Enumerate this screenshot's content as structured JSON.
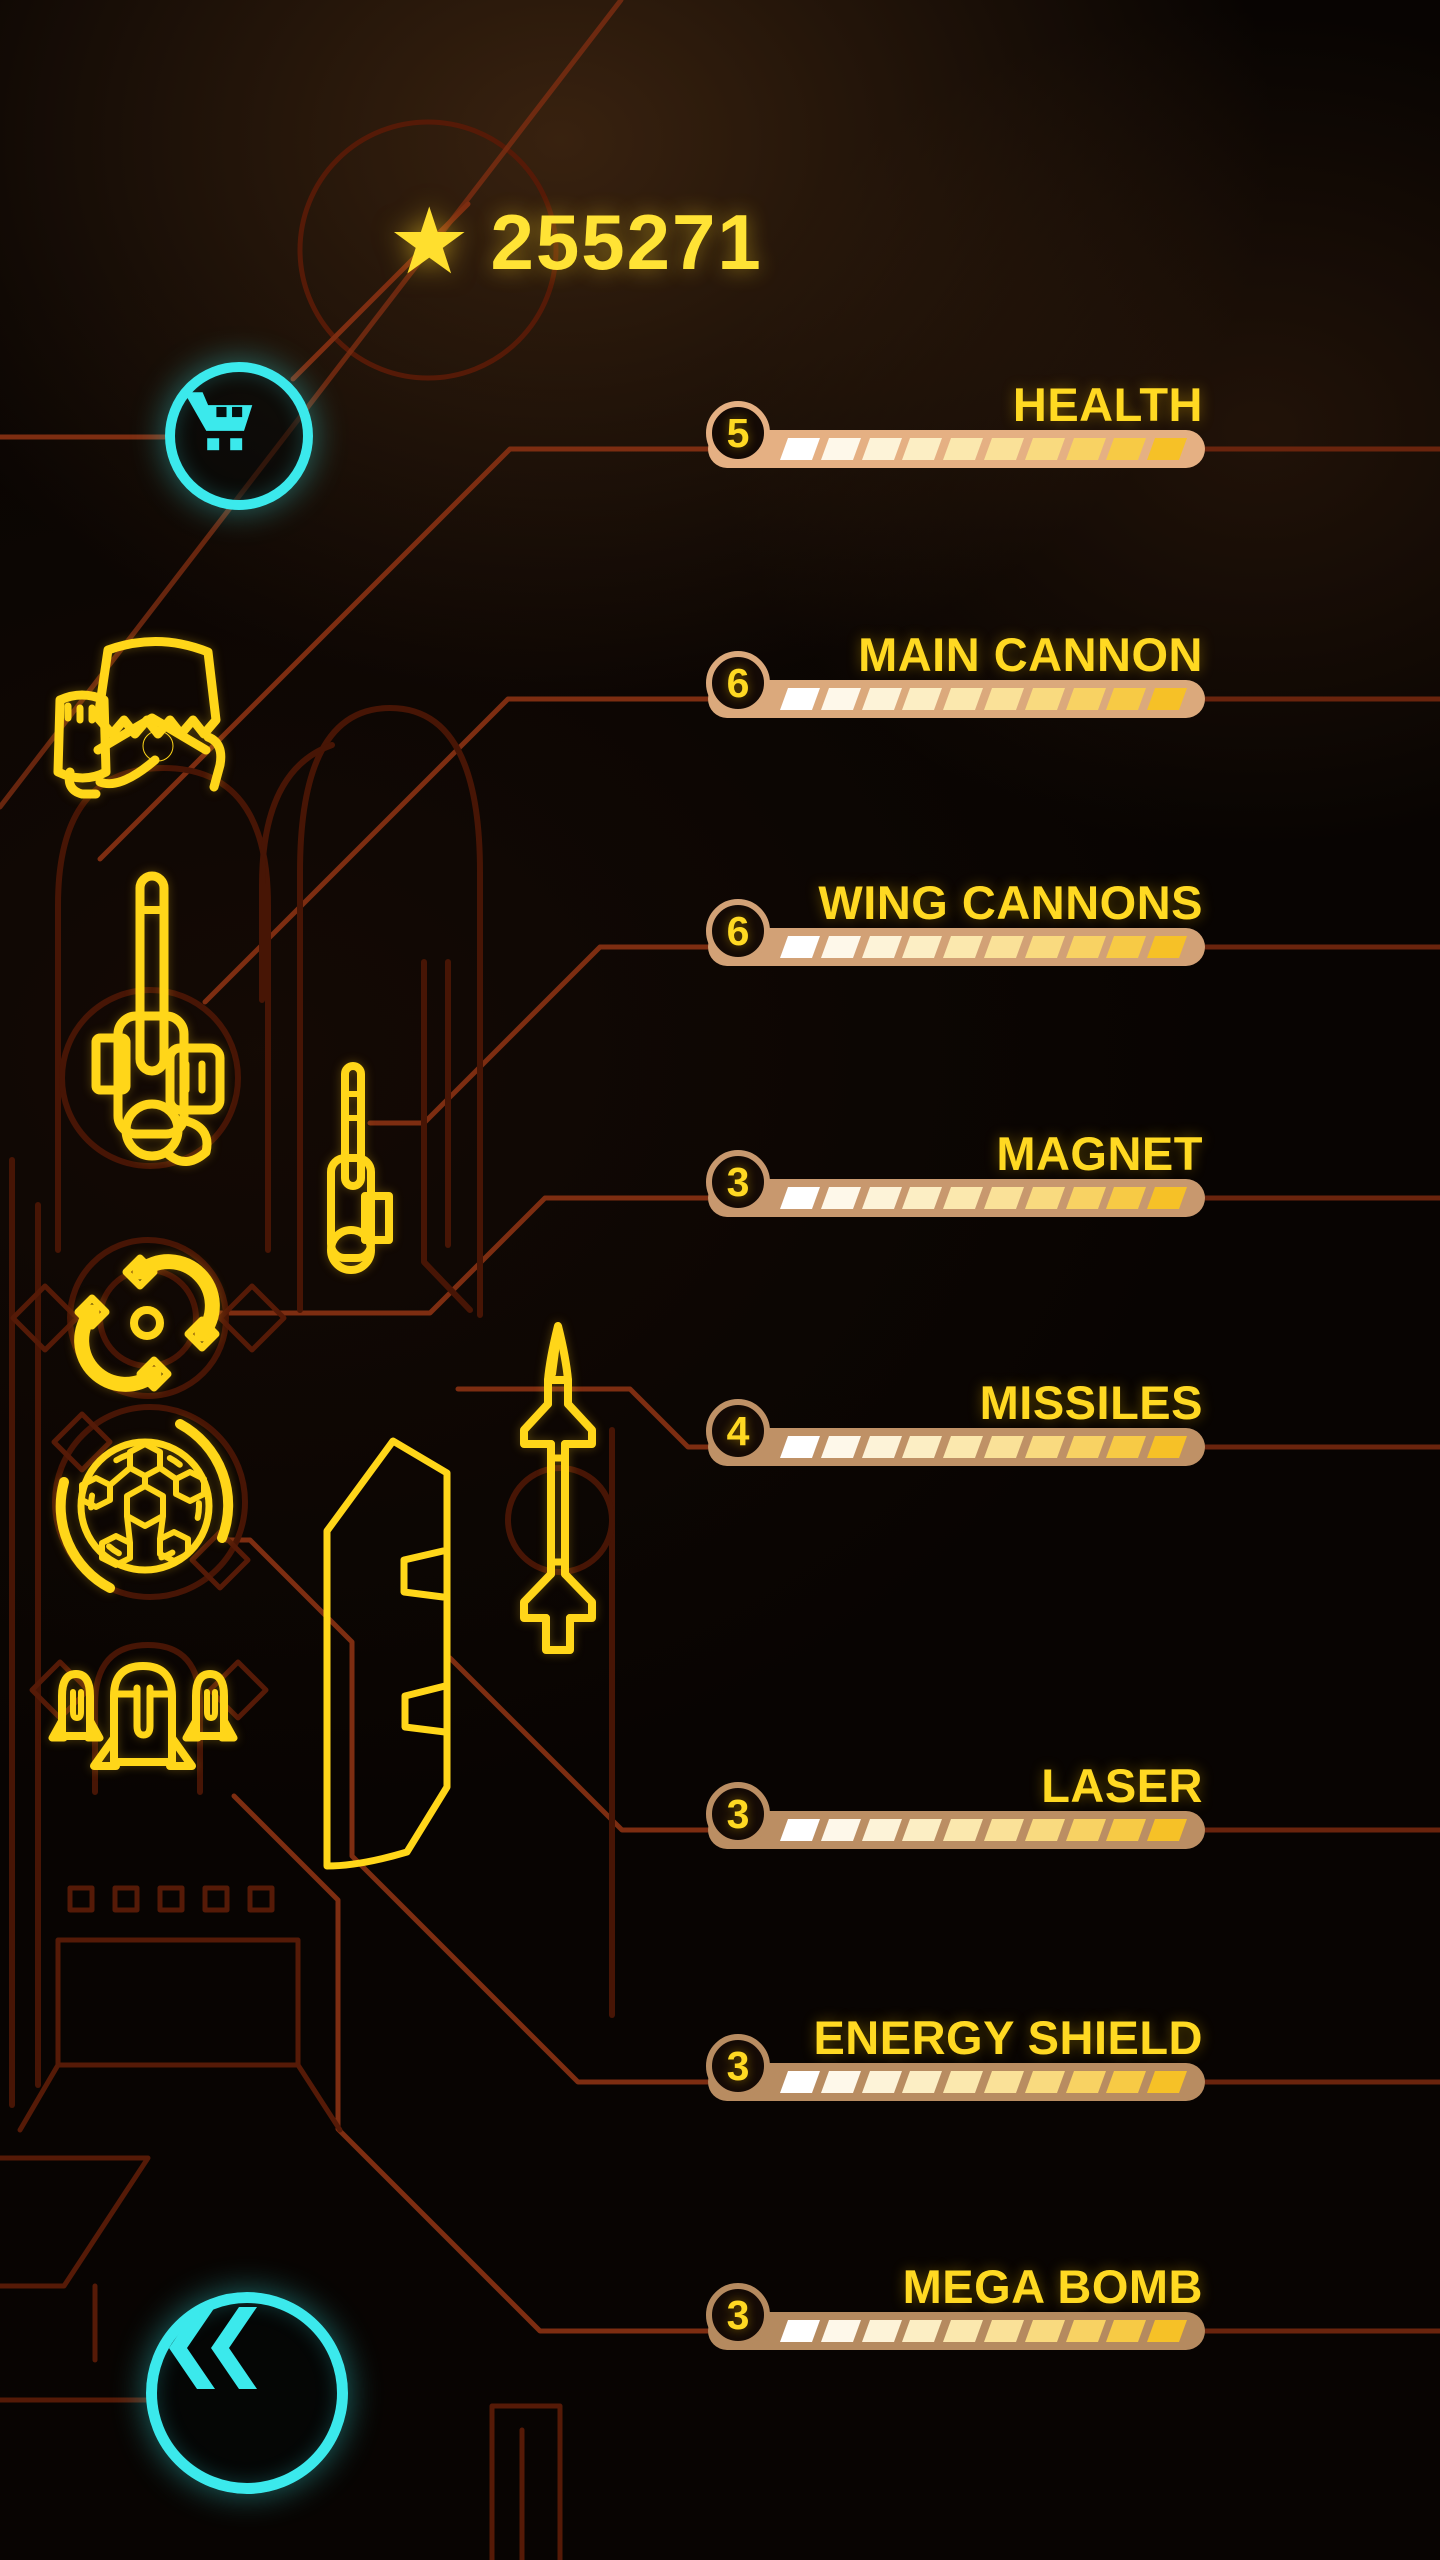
{
  "header": {
    "score": "255271",
    "score_icon": "star-icon"
  },
  "buttons": {
    "shop": "shopping-cart-icon",
    "back": "double-chevron-left-icon"
  },
  "colors": {
    "accent_yellow": "#ffd91e",
    "accent_cyan": "#3be9ec",
    "circuit_dark": "#471505",
    "circuit_bright": "#7d2d11",
    "background": "#080402"
  },
  "upgrades": [
    {
      "name": "HEALTH",
      "level": "5",
      "pill_color": "#e5b083"
    },
    {
      "name": "MAIN CANNON",
      "level": "6",
      "pill_color": "#dba97c"
    },
    {
      "name": "WING CANNONS",
      "level": "6",
      "pill_color": "#d2a176"
    },
    {
      "name": "MAGNET",
      "level": "3",
      "pill_color": "#c8986e"
    },
    {
      "name": "MISSILES",
      "level": "4",
      "pill_color": "#bf9166"
    },
    {
      "name": "LASER",
      "level": "3",
      "pill_color": "#bb8e63"
    },
    {
      "name": "ENERGY SHIELD",
      "level": "3",
      "pill_color": "#b88c61"
    },
    {
      "name": "MEGA BOMB",
      "level": "3",
      "pill_color": "#b58a5f"
    }
  ],
  "bar": {
    "segments": 10,
    "segment_colors": [
      "#ffffff",
      "#fef8ea",
      "#fdf3d8",
      "#fceec4",
      "#fbe8ae",
      "#fae198",
      "#f9da7f",
      "#f8d263",
      "#f7ca45",
      "#f6c127"
    ]
  }
}
